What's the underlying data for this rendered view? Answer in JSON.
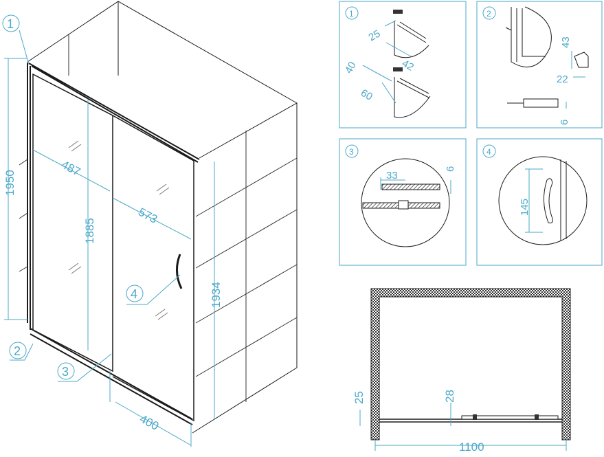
{
  "colors": {
    "accent": "#4aa8c8",
    "line": "#1a1a1a",
    "glass": "#555555",
    "panel_border": "#4aa8c8"
  },
  "main": {
    "dims": {
      "height_total": "1950",
      "width_fixed": "487",
      "height_panel": "1885",
      "width_door": "573",
      "height_door": "1934",
      "depth": "400"
    },
    "callouts": [
      "1",
      "2",
      "3",
      "4"
    ]
  },
  "details": {
    "d1": {
      "num": "1",
      "dims": [
        "25",
        "42",
        "40",
        "60"
      ]
    },
    "d2": {
      "num": "2",
      "dims": [
        "43",
        "22",
        "6"
      ]
    },
    "d3": {
      "num": "3",
      "dims": [
        "33",
        "6"
      ]
    },
    "d4": {
      "num": "4",
      "dims": [
        "145"
      ]
    }
  },
  "plan": {
    "dims": {
      "side": "25",
      "gap": "28",
      "width": "1100"
    }
  }
}
